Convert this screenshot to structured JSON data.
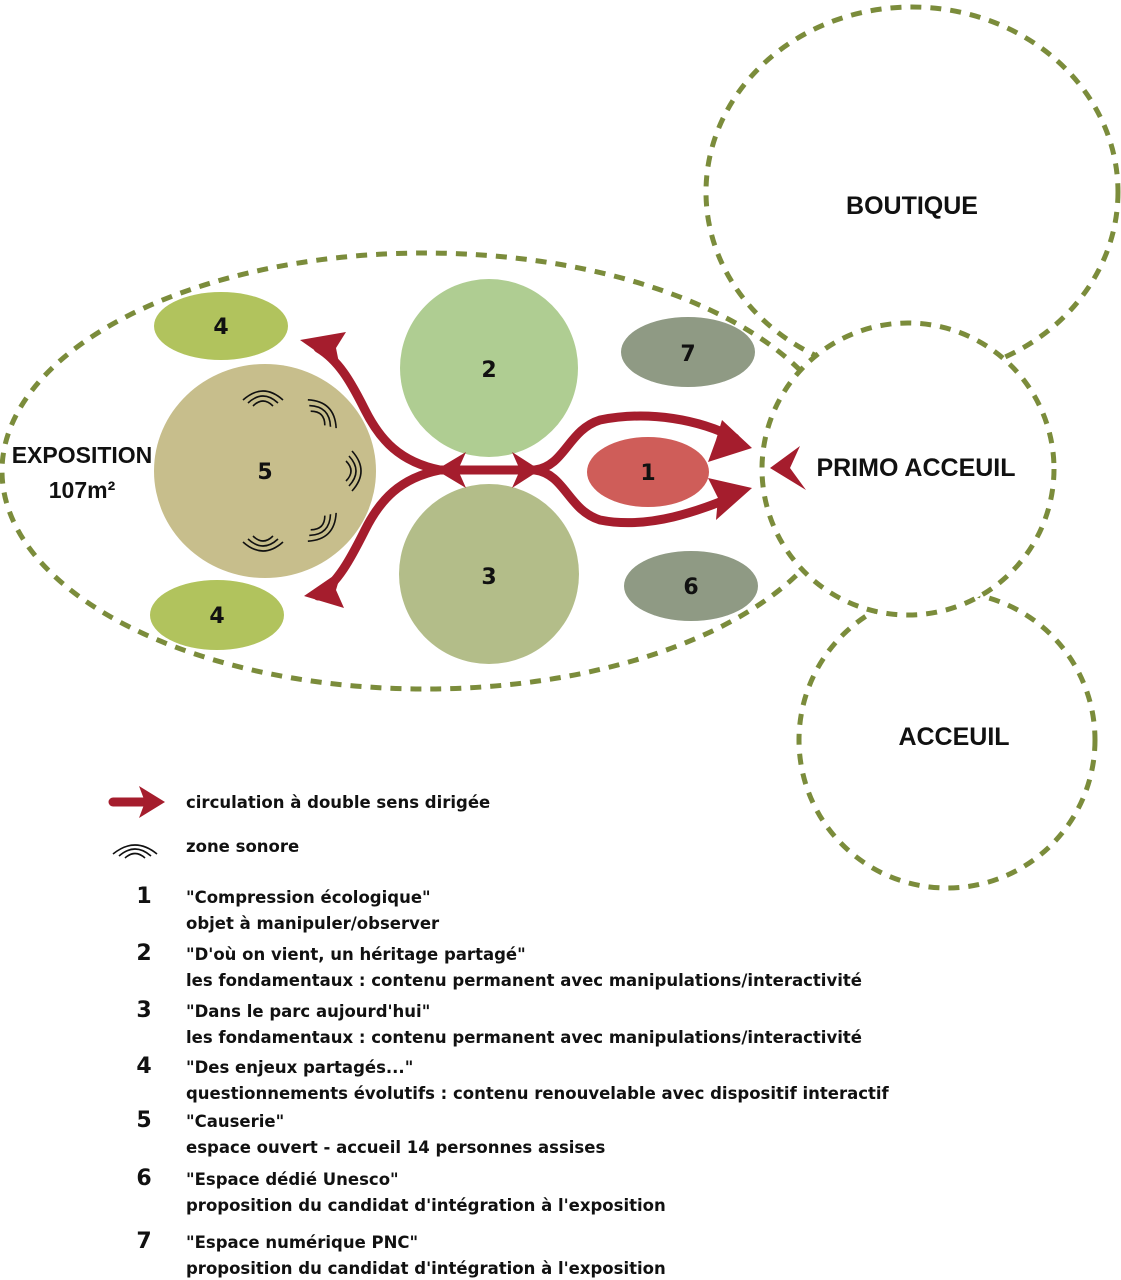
{
  "zones": {
    "boutique": "BOUTIQUE",
    "primo_acceuil": "PRIMO ACCEUIL",
    "acceuil": "ACCEUIL",
    "exposition": "EXPOSITION",
    "exposition_area": "107m²"
  },
  "spaces": {
    "s1": "1",
    "s2": "2",
    "s3": "3",
    "s4_top": "4",
    "s4_bottom": "4",
    "s5": "5",
    "s6": "6",
    "s7": "7"
  },
  "colors": {
    "zone_border": "#7b8c3b",
    "circulation": "#a51d2d",
    "space_1": "#cf5d59",
    "space_2": "#afcd92",
    "space_3": "#b3bd89",
    "space_4": "#b1c35d",
    "space_5": "#c7be8c",
    "space_6_7": "#8f9a84"
  },
  "legend": {
    "circulation": "circulation à double sens dirigée",
    "sound_zone": "zone sonore",
    "circulation_icon": "red-double-arrow-icon",
    "sound_icon": "sound-waves-icon"
  },
  "entries": [
    {
      "num": "1",
      "title": "\"Compression écologique\"",
      "desc": "objet à manipuler/observer"
    },
    {
      "num": "2",
      "title": "\"D'où on vient, un héritage partagé\"",
      "desc": "les fondamentaux : contenu permanent avec manipulations/interactivité"
    },
    {
      "num": "3",
      "title": "\"Dans le parc aujourd'hui\"",
      "desc": "les fondamentaux : contenu permanent avec manipulations/interactivité"
    },
    {
      "num": "4",
      "title": "\"Des enjeux partagés...\"",
      "desc": "questionnements évolutifs : contenu renouvelable avec dispositif interactif"
    },
    {
      "num": "5",
      "title": "\"Causerie\"",
      "desc": "espace ouvert - accueil 14 personnes assises"
    },
    {
      "num": "6",
      "title": "\"Espace dédié Unesco\"",
      "desc": "proposition du candidat d'intégration à l'exposition"
    },
    {
      "num": "7",
      "title": "\"Espace numérique PNC\"",
      "desc": "proposition du candidat d'intégration à l'exposition"
    }
  ]
}
